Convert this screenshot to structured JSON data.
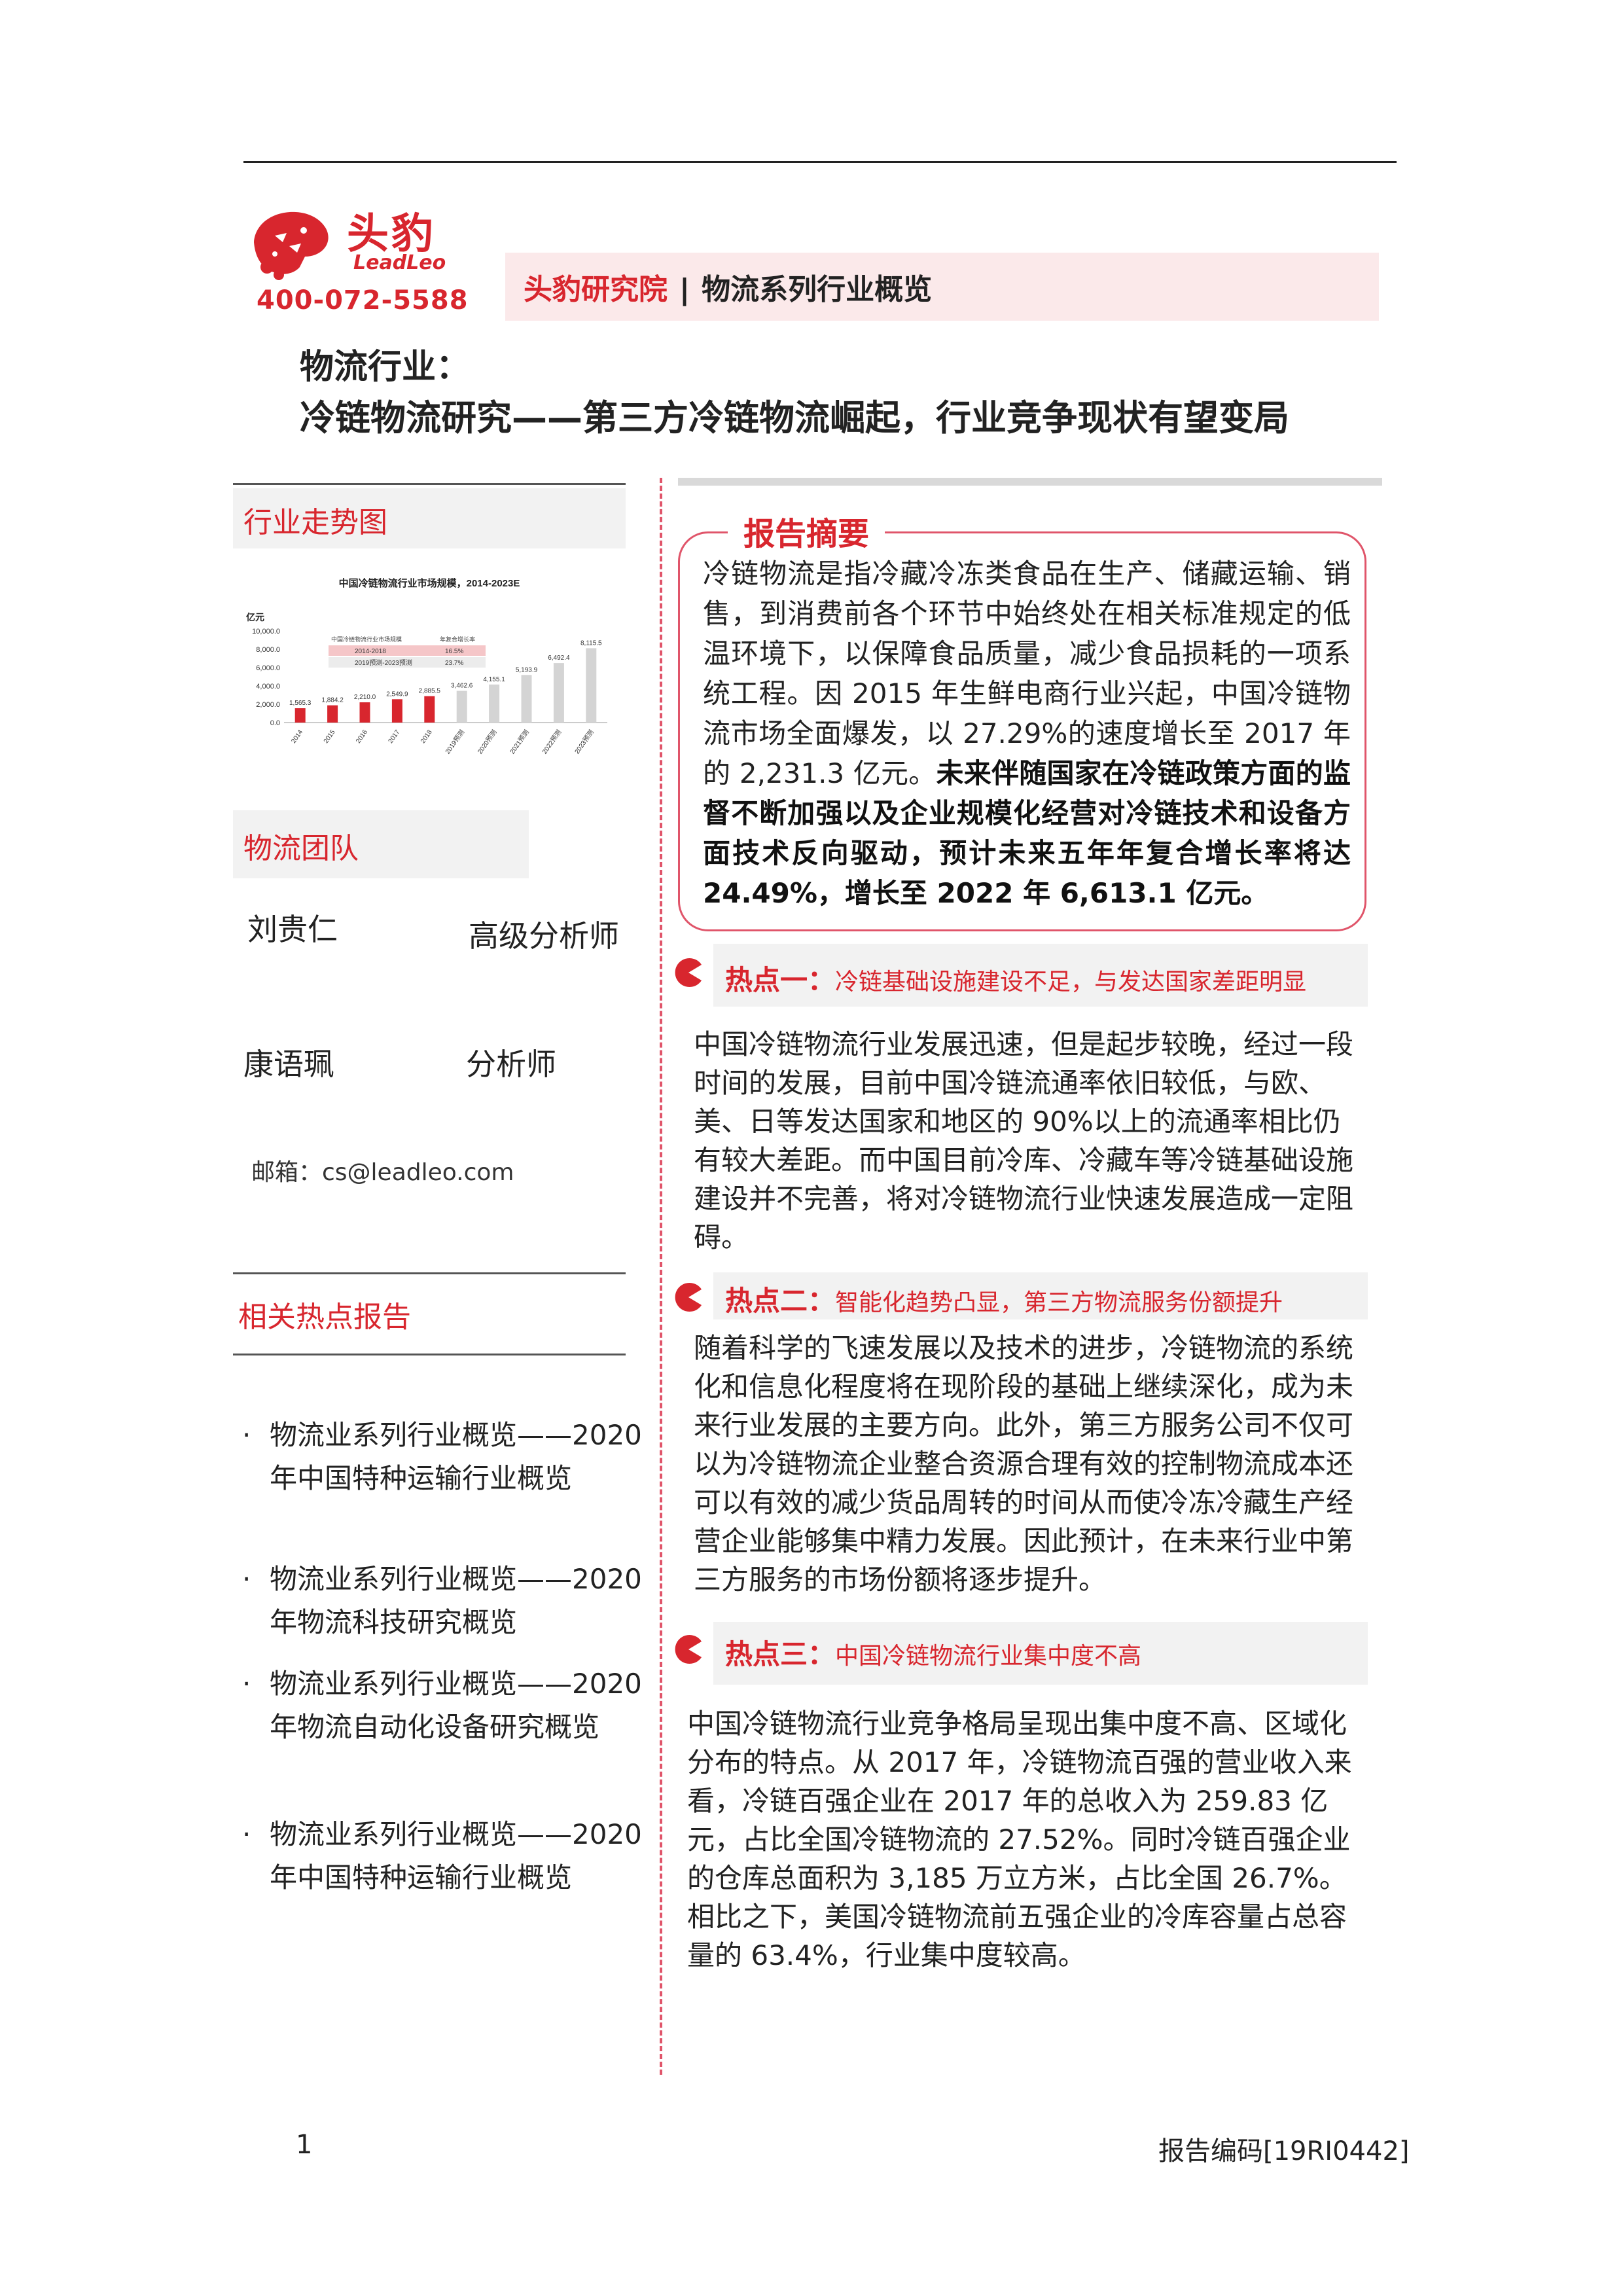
{
  "header": {
    "logo_cn": "头豹",
    "logo_en": "LeadLeo",
    "phone": "400-072-5588",
    "institute": "头豹研究院",
    "separator": "|",
    "series": "物流系列行业概览",
    "title_line1": "物流行业：",
    "title_line2": "冷链物流研究——第三方冷链物流崛起，行业竞争现状有望变局"
  },
  "sidebar": {
    "trend_heading": "行业走势图",
    "team_heading": "物流团队",
    "team": [
      {
        "name": "刘贵仁",
        "role": "高级分析师"
      },
      {
        "name": "康语珮",
        "role": "分析师"
      }
    ],
    "email": "邮箱：cs@leadleo.com",
    "related_heading": "相关热点报告",
    "related": [
      "物流业系列行业概览——2020 年中国特种运输行业概览",
      "物流业系列行业概览——2020 年物流科技研究概览",
      "物流业系列行业概览——2020 年物流自动化设备研究概览",
      "物流业系列行业概览——2020 年中国特种运输行业概览"
    ]
  },
  "chart_data": {
    "type": "bar",
    "title": "中国冷链物流行业市场规模，2014-2023E",
    "ylabel": "亿元",
    "ylim": [
      0,
      10000
    ],
    "yticks": [
      "10,000.0",
      "8,000.0",
      "6,000.0",
      "4,000.0",
      "2,000.0",
      "0.0"
    ],
    "categories": [
      "2014",
      "2015",
      "2016",
      "2017",
      "2018",
      "2019预测",
      "2020预测",
      "2021预测",
      "2022预测",
      "2023预测"
    ],
    "values": [
      1565.3,
      1884.2,
      2210.0,
      2549.9,
      2885.5,
      3462.6,
      4155.1,
      5193.9,
      6492.4,
      8115.5
    ],
    "value_labels": [
      "1,565.3",
      "1,884.2",
      "2,210.0",
      "2,549.9",
      "2,885.5",
      "3,462.6",
      "4,155.1",
      "5,193.9",
      "6,492.4",
      "8,115.5"
    ],
    "legend_header": [
      "中国冷链物流行业市场规模",
      "年复合增长率"
    ],
    "legend_rows": [
      [
        "2014-2018",
        "16.5%"
      ],
      [
        "2019预测-2023预测",
        "23.7%"
      ]
    ],
    "colors": {
      "actual": "#d8262e",
      "forecast": "#d4d4d4"
    }
  },
  "summary": {
    "title": "报告摘要",
    "text_plain": "冷链物流是指冷藏冷冻类食品在生产、储藏运输、销售，到消费前各个环节中始终处在相关标准规定的低温环境下，以保障食品质量，减少食品损耗的一项系统工程。因 2015 年生鲜电商行业兴起，中国冷链物流市场全面爆发，以 27.29%的速度增长至 2017 年的 2,231.3 亿元。",
    "text_bold": "未来伴随国家在冷链政策方面的监督不断加强以及企业规模化经营对冷链技术和设备方面技术反向驱动，预计未来五年年复合增长率将达 24.49%，增长至 2022 年 6,613.1 亿元。"
  },
  "hotspots": [
    {
      "label": "热点一：",
      "subtitle": "冷链基础设施建设不足，与发达国家差距明显",
      "body": "中国冷链物流行业发展迅速，但是起步较晚，经过一段时间的发展，目前中国冷链流通率依旧较低，与欧、美、日等发达国家和地区的 90%以上的流通率相比仍有较大差距。而中国目前冷库、冷藏车等冷链基础设施建设并不完善，将对冷链物流行业快速发展造成一定阻碍。"
    },
    {
      "label": "热点二：",
      "subtitle": "智能化趋势凸显，第三方物流服务份额提升",
      "body": "随着科学的飞速发展以及技术的进步，冷链物流的系统化和信息化程度将在现阶段的基础上继续深化，成为未来行业发展的主要方向。此外，第三方服务公司不仅可以为冷链物流企业整合资源合理有效的控制物流成本还可以有效的减少货品周转的时间从而使冷冻冷藏生产经营企业能够集中精力发展。因此预计，在未来行业中第三方服务的市场份额将逐步提升。"
    },
    {
      "label": "热点三：",
      "subtitle": "中国冷链物流行业集中度不高",
      "body": "中国冷链物流行业竞争格局呈现出集中度不高、区域化分布的特点。从 2017 年，冷链物流百强的营业收入来看，冷链百强企业在 2017 年的总收入为 259.83 亿元，占比全国冷链物流的 27.52%。同时冷链百强企业的仓库总面积为 3,185 万立方米，占比全国 26.7%。相比之下，美国冷链物流前五强企业的冷库容量占总容量的 63.4%，行业集中度较高。"
    }
  ],
  "footer": {
    "page_number": "1",
    "report_code": "报告编码[19RI0442]"
  }
}
